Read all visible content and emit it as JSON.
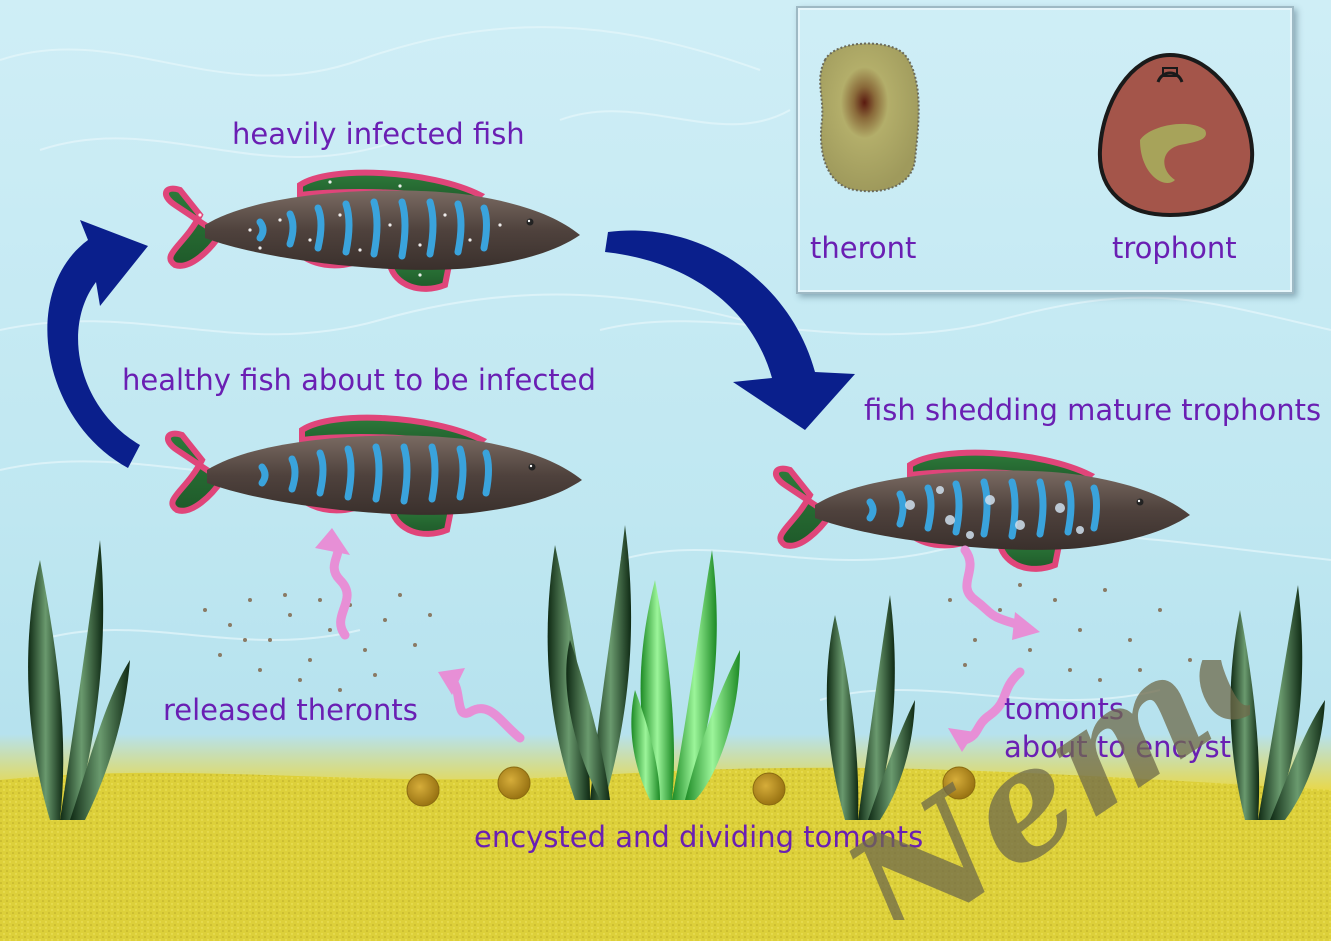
{
  "labels": {
    "heavily_infected": "heavily infected fish",
    "healthy_fish": "healthy fish about to be infected",
    "shedding": "fish shedding mature trophonts",
    "released_theronts": "released theronts",
    "tomonts_line1": "tomonts",
    "tomonts_line2": "about to encyst",
    "encysted": "encysted and dividing tomonts"
  },
  "inset": {
    "theront": "theront",
    "trophont": "trophont"
  },
  "watermark": "Nemo",
  "colors": {
    "water": "#c5e9f3",
    "sand": "#ddd03a",
    "label_text": "#6a1fb3",
    "cycle_arrow": "#0a1f8c",
    "small_arrow": "#e78fd6",
    "fish_body": "#5a4a44",
    "fish_stripe": "#3aa3dc",
    "fin_green": "#2c7a3a",
    "fin_pink": "#e0457a",
    "cyst": "#b8901c"
  }
}
